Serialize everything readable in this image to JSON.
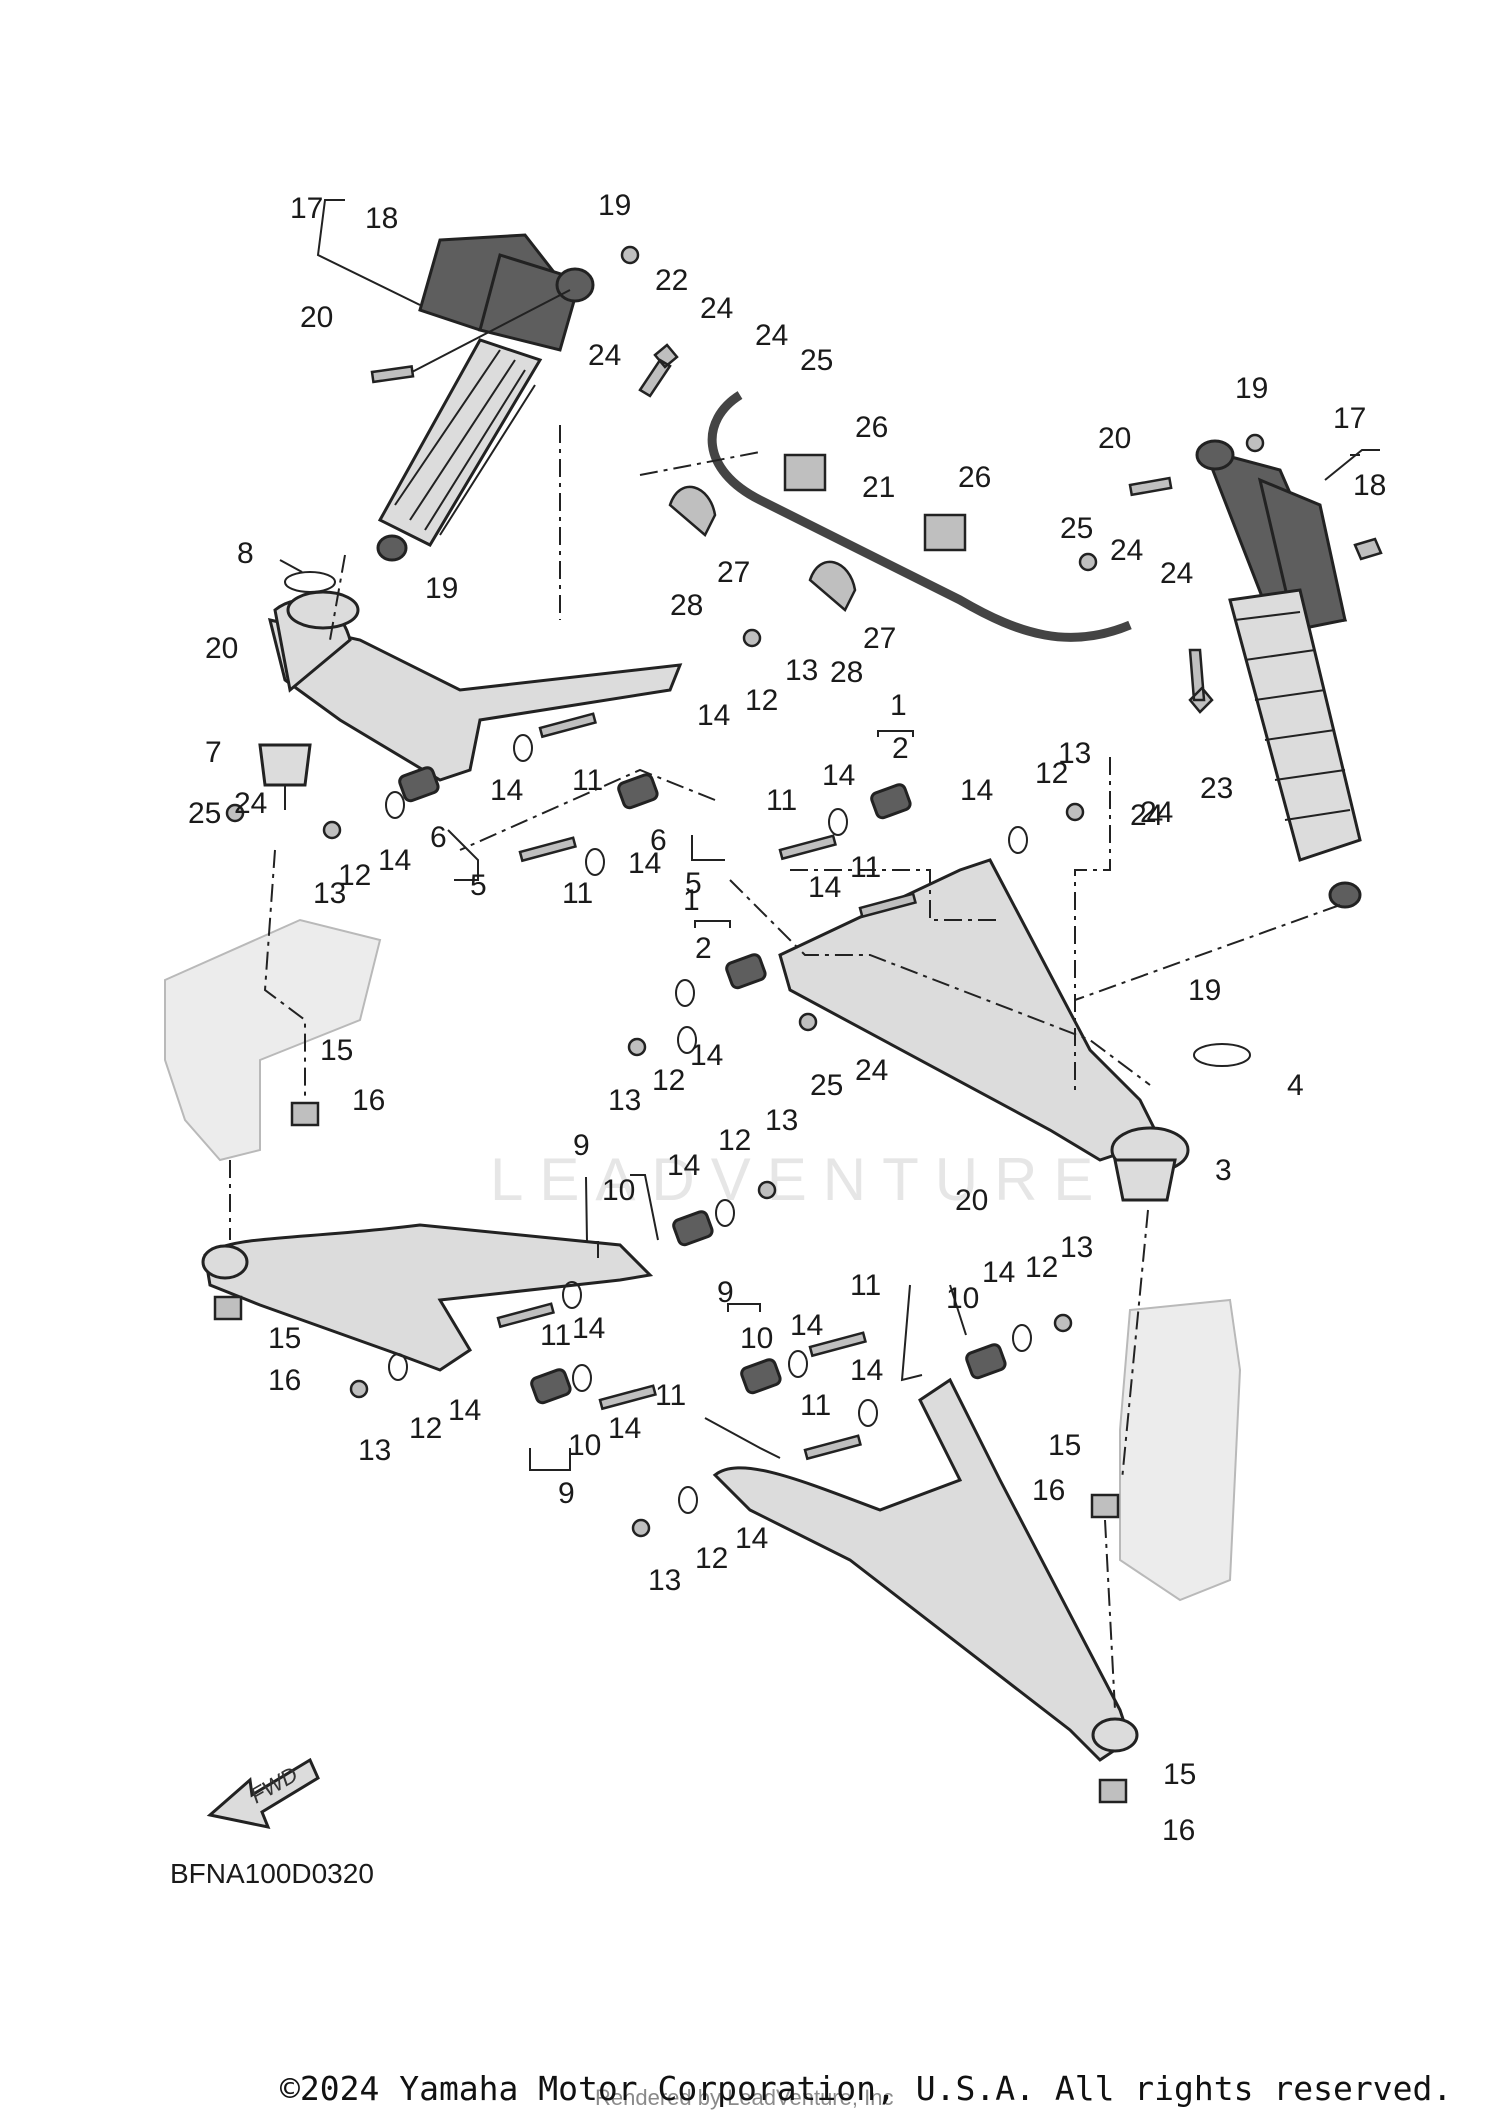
{
  "diagram_code": "BFNA100D0320",
  "copyright": "©2024 Yamaha Motor Corporation, U.S.A. All rights reserved.",
  "render_credit": "Rendered by LeadVenture, Inc",
  "watermark": "LEADVENTURE",
  "fwd_label": "FWD",
  "part_numbers": {
    "n1": "1",
    "n2": "2",
    "n3": "3",
    "n4": "4",
    "n5": "5",
    "n6": "6",
    "n7": "7",
    "n8": "8",
    "n9": "9",
    "n10": "10",
    "n11": "11",
    "n12": "12",
    "n13": "13",
    "n14": "14",
    "n15": "15",
    "n16": "16",
    "n17": "17",
    "n18": "18",
    "n19": "19",
    "n20": "20",
    "n21": "21",
    "n22": "22",
    "n23": "23",
    "n24": "24",
    "n25": "25",
    "n26": "26",
    "n27": "27",
    "n28": "28"
  },
  "colors": {
    "ink": "#1a1a1a",
    "part_fill": "#dcdcdc",
    "shock_body": "#5e5e5e",
    "knuckle": "#ececec"
  }
}
